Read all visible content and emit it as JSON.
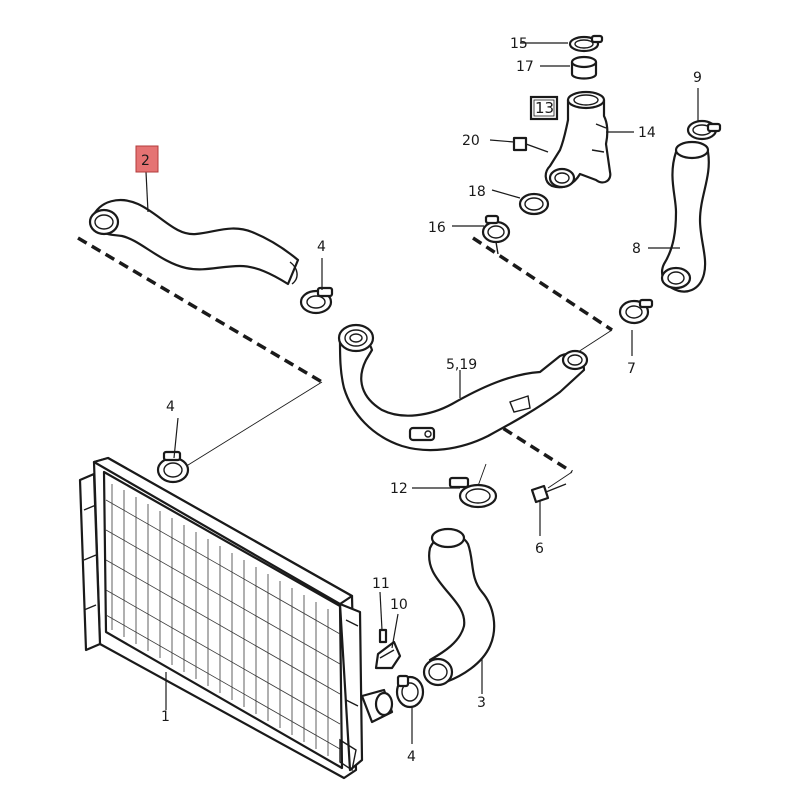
{
  "callouts": {
    "c1": "1",
    "c2": "2",
    "c3": "3",
    "c4a": "4",
    "c4b": "4",
    "c4c": "4",
    "c519": "5,19",
    "c6": "6",
    "c7": "7",
    "c8": "8",
    "c9": "9",
    "c10": "10",
    "c11": "11",
    "c12": "12",
    "c13": "13",
    "c14": "14",
    "c15": "15",
    "c16": "16",
    "c17": "17",
    "c18": "18",
    "c20": "20"
  },
  "highlight_color": "#e57373",
  "line_color": "#1a1a1a"
}
